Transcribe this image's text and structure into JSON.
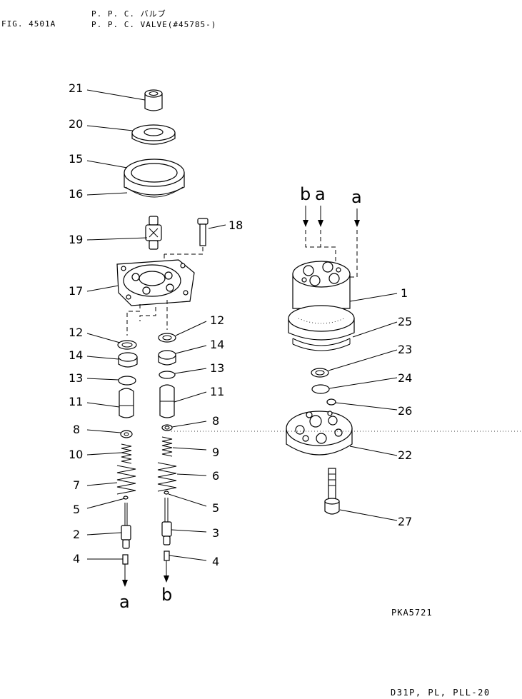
{
  "header": {
    "fig_label": "FIG. 4501A",
    "title_line_1": "P. P. C.  バルブ",
    "title_line_2": "P. P. C.  VALVE(#45785-)"
  },
  "callouts": {
    "n1": "1",
    "n2": "2",
    "n3": "3",
    "n4a": "4",
    "n4b": "4",
    "n5a": "5",
    "n5b": "5",
    "n6": "6",
    "n7": "7",
    "n8a": "8",
    "n8b": "8",
    "n9": "9",
    "n10": "10",
    "n11a": "11",
    "n11b": "11",
    "n12a": "12",
    "n12b": "12",
    "n13a": "13",
    "n13b": "13",
    "n14a": "14",
    "n14b": "14",
    "n15": "15",
    "n16": "16",
    "n17": "17",
    "n18": "18",
    "n19": "19",
    "n20": "20",
    "n21": "21",
    "n22": "22",
    "n23": "23",
    "n24": "24",
    "n25": "25",
    "n26": "26",
    "n27": "27"
  },
  "ports": {
    "left_bottom": "a",
    "right_bottom": "b",
    "top_b": "b",
    "top_a1": "a",
    "top_a2": "a"
  },
  "footer": {
    "drawing_code": "PKA5721",
    "models": "D31P, PL, PLL-20"
  }
}
